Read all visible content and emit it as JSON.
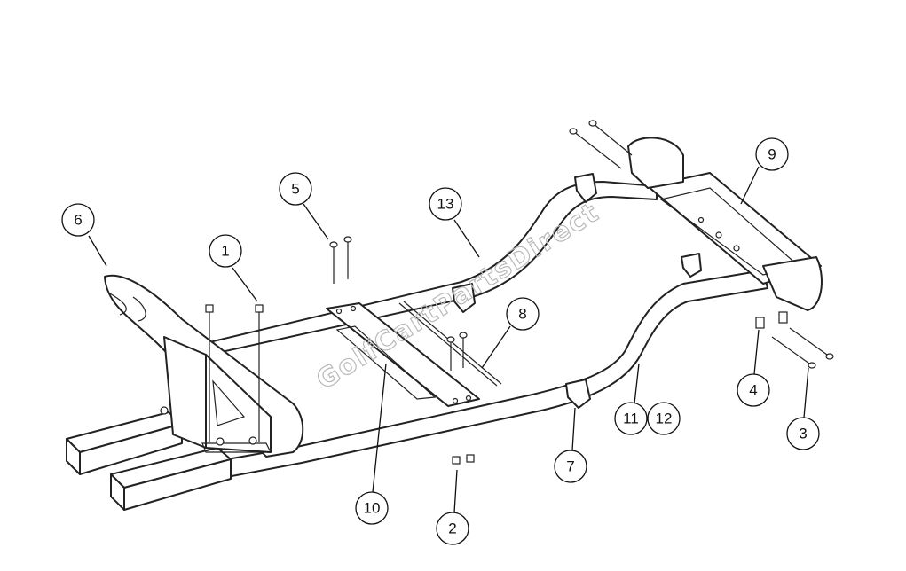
{
  "watermark": "GolfCartPartsDirect",
  "callouts": [
    {
      "label": "1"
    },
    {
      "label": "2"
    },
    {
      "label": "3"
    },
    {
      "label": "4"
    },
    {
      "label": "5"
    },
    {
      "label": "6"
    },
    {
      "label": "7"
    },
    {
      "label": "8"
    },
    {
      "label": "9"
    },
    {
      "label": "10"
    },
    {
      "label": "11"
    },
    {
      "label": "12"
    },
    {
      "label": "13"
    }
  ]
}
